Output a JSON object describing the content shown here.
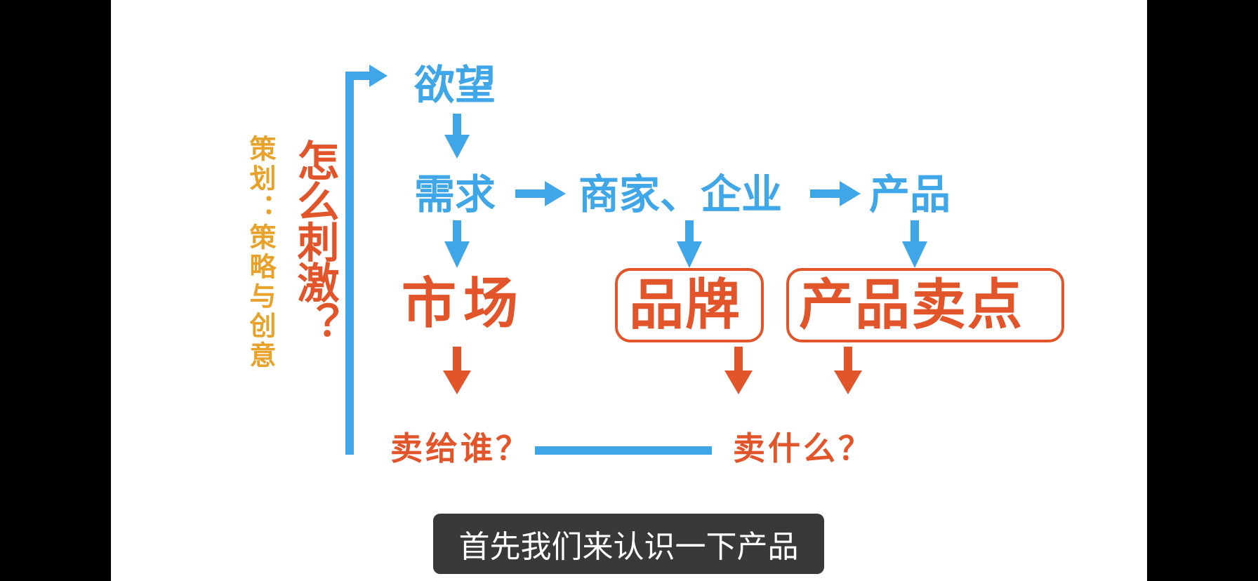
{
  "colors": {
    "blue": "#3fa6e8",
    "orange": "#e2552b",
    "gold": "#e8a22a",
    "subtitle_bg": "#282828"
  },
  "diagram": {
    "side_note": "策划：策略与创意",
    "question": "怎么刺激？",
    "nodes": {
      "desire": "欲望",
      "demand": "需求",
      "merchant": "商家、企业",
      "product": "产品",
      "market": "市场",
      "brand": "品牌",
      "selling_point": "产品卖点",
      "sell_to_whom": "卖给谁？",
      "sell_what": "卖什么？"
    }
  },
  "subtitle": "首先我们来认识一下产品"
}
